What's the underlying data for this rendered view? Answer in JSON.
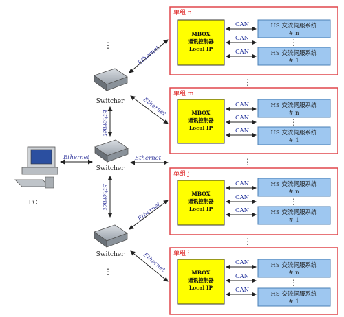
{
  "pc_label": "PC",
  "ethernet_label": "Ethernet",
  "switches": [
    "Switcher",
    "Switcher",
    "Switcher"
  ],
  "switch_dots": [
    "⋮",
    "⋮"
  ],
  "group_dots": [
    "⋮",
    "⋮",
    "⋮"
  ],
  "units": [
    {
      "title": "单组 n",
      "mbox": {
        "line1": "MBOX",
        "line2": "通讯控制器",
        "line3": "Local IP"
      },
      "can_labels": [
        "CAN",
        "CAN",
        "CAN"
      ],
      "servo_dots": "⋮",
      "servos": [
        {
          "line1": "HS 交流伺服系统",
          "line2": "# n"
        },
        {
          "line1": "HS 交流伺服系统",
          "line2": "# 1"
        }
      ]
    },
    {
      "title": "单组 m",
      "mbox": {
        "line1": "MBOX",
        "line2": "通讯控制器",
        "line3": "Local IP"
      },
      "can_labels": [
        "CAN",
        "CAN",
        "CAN"
      ],
      "servo_dots": "⋮",
      "servos": [
        {
          "line1": "HS 交流伺服系统",
          "line2": "# n"
        },
        {
          "line1": "HS 交流伺服系统",
          "line2": "# 1"
        }
      ]
    },
    {
      "title": "单组 j",
      "mbox": {
        "line1": "MBOX",
        "line2": "通讯控制器",
        "line3": "Local IP"
      },
      "can_labels": [
        "CAN",
        "CAN",
        "CAN"
      ],
      "servo_dots": "⋮",
      "servos": [
        {
          "line1": "HS 交流伺服系统",
          "line2": "# n"
        },
        {
          "line1": "HS 交流伺服系统",
          "line2": "# 1"
        }
      ]
    },
    {
      "title": "单组 i",
      "mbox": {
        "line1": "MBOX",
        "line2": "通讯控制器",
        "line3": "Local IP"
      },
      "can_labels": [
        "CAN",
        "CAN",
        "CAN"
      ],
      "servo_dots": "⋮",
      "servos": [
        {
          "line1": "HS 交流伺服系统",
          "line2": "# n"
        },
        {
          "line1": "HS 交流伺服系统",
          "line2": "# 1"
        }
      ]
    }
  ]
}
